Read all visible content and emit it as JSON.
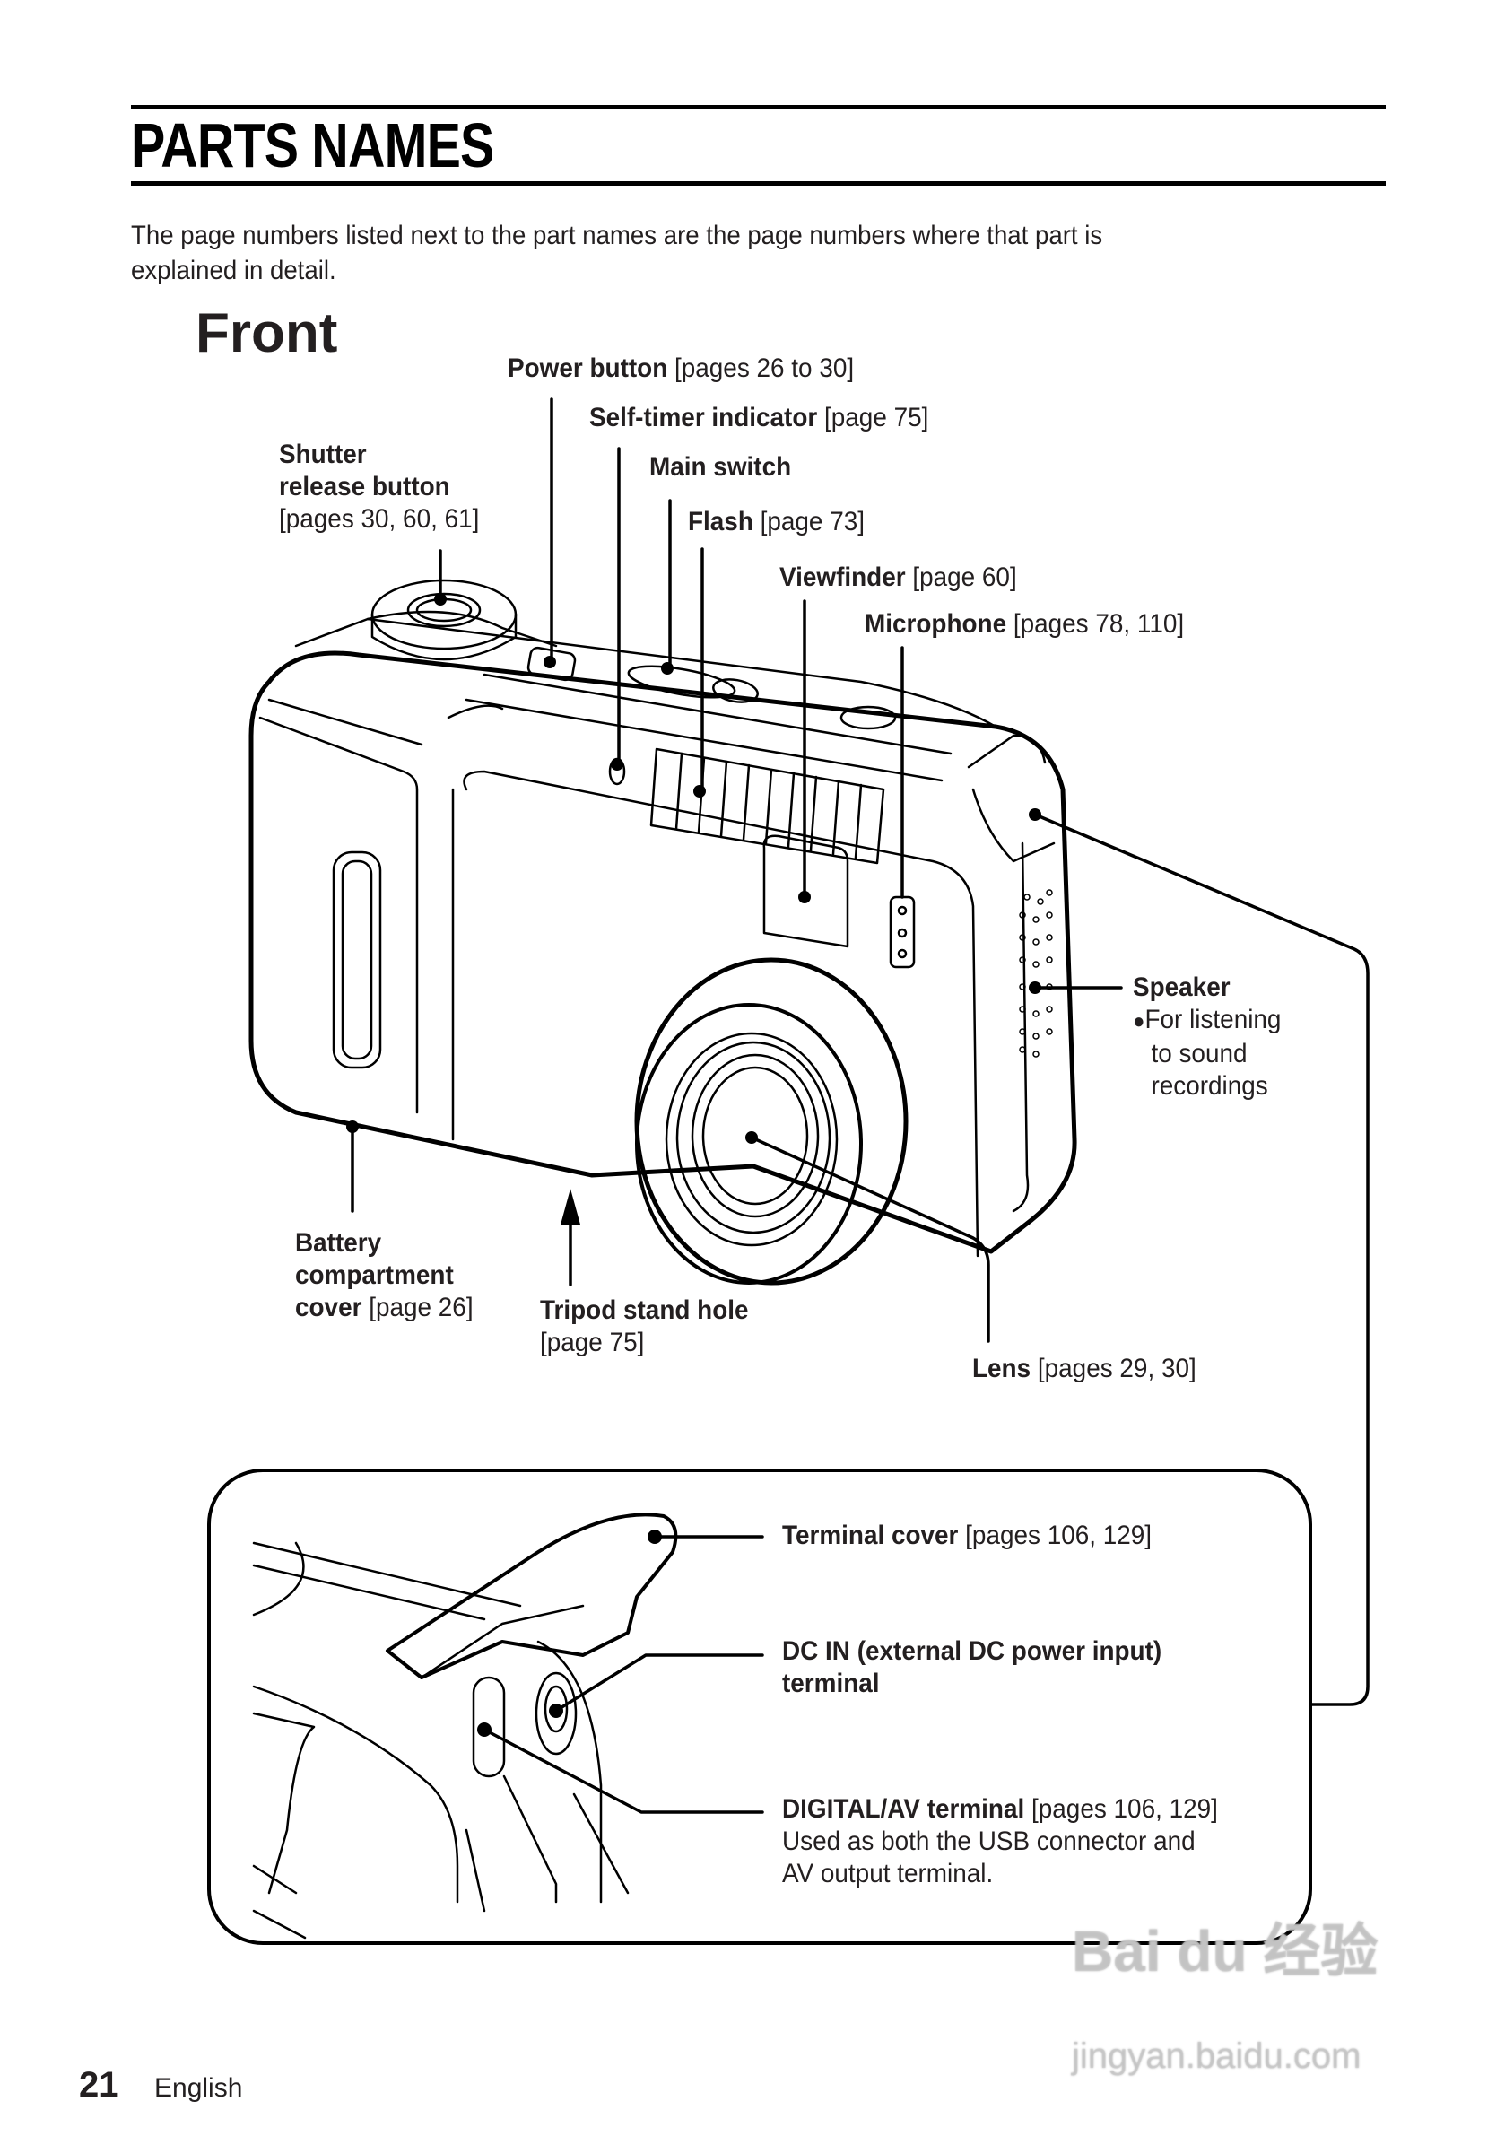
{
  "header": {
    "title": "PARTS NAMES",
    "intro_line1": "The page numbers listed next to the part names are the page numbers where that part is",
    "intro_line2": "explained in detail."
  },
  "front_section": {
    "heading": "Front",
    "labels": {
      "power_button": {
        "name": "Power button",
        "pages": "[pages 26 to 30]"
      },
      "self_timer": {
        "name": "Self-timer indicator",
        "pages": "[page 75]"
      },
      "main_switch": {
        "name": "Main switch"
      },
      "flash": {
        "name": "Flash",
        "pages": "[page 73]"
      },
      "viewfinder": {
        "name": "Viewfinder",
        "pages": "[page 60]"
      },
      "microphone": {
        "name": "Microphone",
        "pages": "[pages 78, 110]"
      },
      "shutter": {
        "name_line1": "Shutter",
        "name_line2": "release button",
        "pages": "[pages 30, 60, 61]"
      },
      "speaker": {
        "name": "Speaker",
        "bullet": "●",
        "desc_line1": "For listening",
        "desc_line2": "to sound",
        "desc_line3": "recordings"
      },
      "battery": {
        "name_line1": "Battery",
        "name_line2": "compartment",
        "name_line3": "cover",
        "pages": "[page 26]"
      },
      "tripod": {
        "name": "Tripod stand hole",
        "pages": "[page 75]"
      },
      "lens": {
        "name": "Lens",
        "pages": "[pages 29, 30]"
      }
    }
  },
  "inset": {
    "terminal_cover": {
      "name": "Terminal cover",
      "pages": "[pages 106, 129]"
    },
    "dc_in": {
      "name_line1": "DC IN (external DC power input)",
      "name_line2": "terminal"
    },
    "digital_av": {
      "name": "DIGITAL/AV terminal",
      "pages": "[pages 106, 129]",
      "desc_line1": "Used as both the USB connector and",
      "desc_line2": "AV output terminal."
    }
  },
  "footer": {
    "page_number": "21",
    "language": "English"
  },
  "watermark": {
    "logo_text": "Bai du 经验",
    "url": "jingyan.baidu.com"
  }
}
